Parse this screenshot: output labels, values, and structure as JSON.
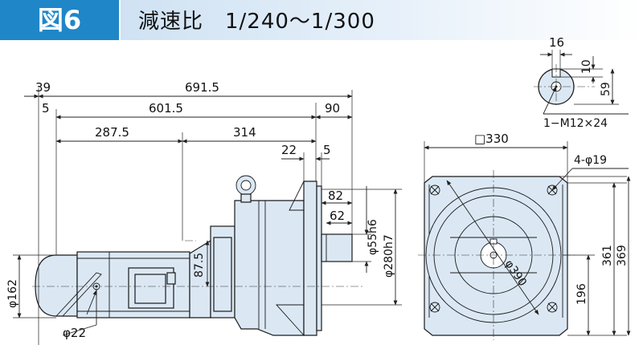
{
  "header": {
    "figure_label": "図6",
    "title": "減速比　1/240～1/300"
  },
  "side_view": {
    "dims": {
      "d_39": "39",
      "d_691_5": "691.5",
      "d_5_left": "5",
      "d_601_5": "601.5",
      "d_90": "90",
      "d_287_5": "287.5",
      "d_314": "314",
      "d_22_top": "22",
      "d_5_right": "5",
      "d_82": "82",
      "d_62": "62",
      "d_phi55": "φ55h6",
      "d_phi280": "φ280h7",
      "d_87_5": "87.5",
      "d_phi162": "φ162",
      "d_phi22": "φ22"
    }
  },
  "shaft_detail": {
    "d_16": "16",
    "d_10": "10",
    "d_59": "59",
    "tap_note": "1−M12×24"
  },
  "front_view": {
    "d_330": "□330",
    "d_4_phi19": "4-φ19",
    "d_phi390": "φ390",
    "d_361": "361",
    "d_369": "369",
    "d_196": "196"
  }
}
